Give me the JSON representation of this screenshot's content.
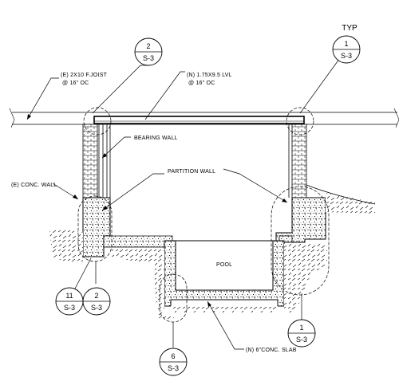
{
  "notes": {
    "joist_existing_line1": "(E) 2X10 F.JOIST",
    "joist_existing_line2": "@ 16\" OC",
    "lvl_new_line1": "(N) 1.75X9.5 LVL",
    "lvl_new_line2": "@ 16\" OC",
    "bearing_wall": "BEARING WALL",
    "partition_wall": "PARTITION WALL",
    "conc_wall_existing": "(E) CONC. WALL",
    "pool": "POOL",
    "slab_new": "(N) 6\"CONC. SLAB",
    "typ": "TYP"
  },
  "detail_tags": [
    {
      "id": "tag-2-top",
      "number": "2",
      "sheet": "S-3"
    },
    {
      "id": "tag-1-top",
      "number": "1",
      "sheet": "S-3"
    },
    {
      "id": "tag-11",
      "number": "11",
      "sheet": "S-3"
    },
    {
      "id": "tag-2-bottom",
      "number": "2",
      "sheet": "S-3"
    },
    {
      "id": "tag-6",
      "number": "6",
      "sheet": "S-3"
    },
    {
      "id": "tag-1-bottom",
      "number": "1",
      "sheet": "S-3"
    }
  ],
  "colors": {
    "ink": "#000000",
    "paper": "#ffffff"
  }
}
